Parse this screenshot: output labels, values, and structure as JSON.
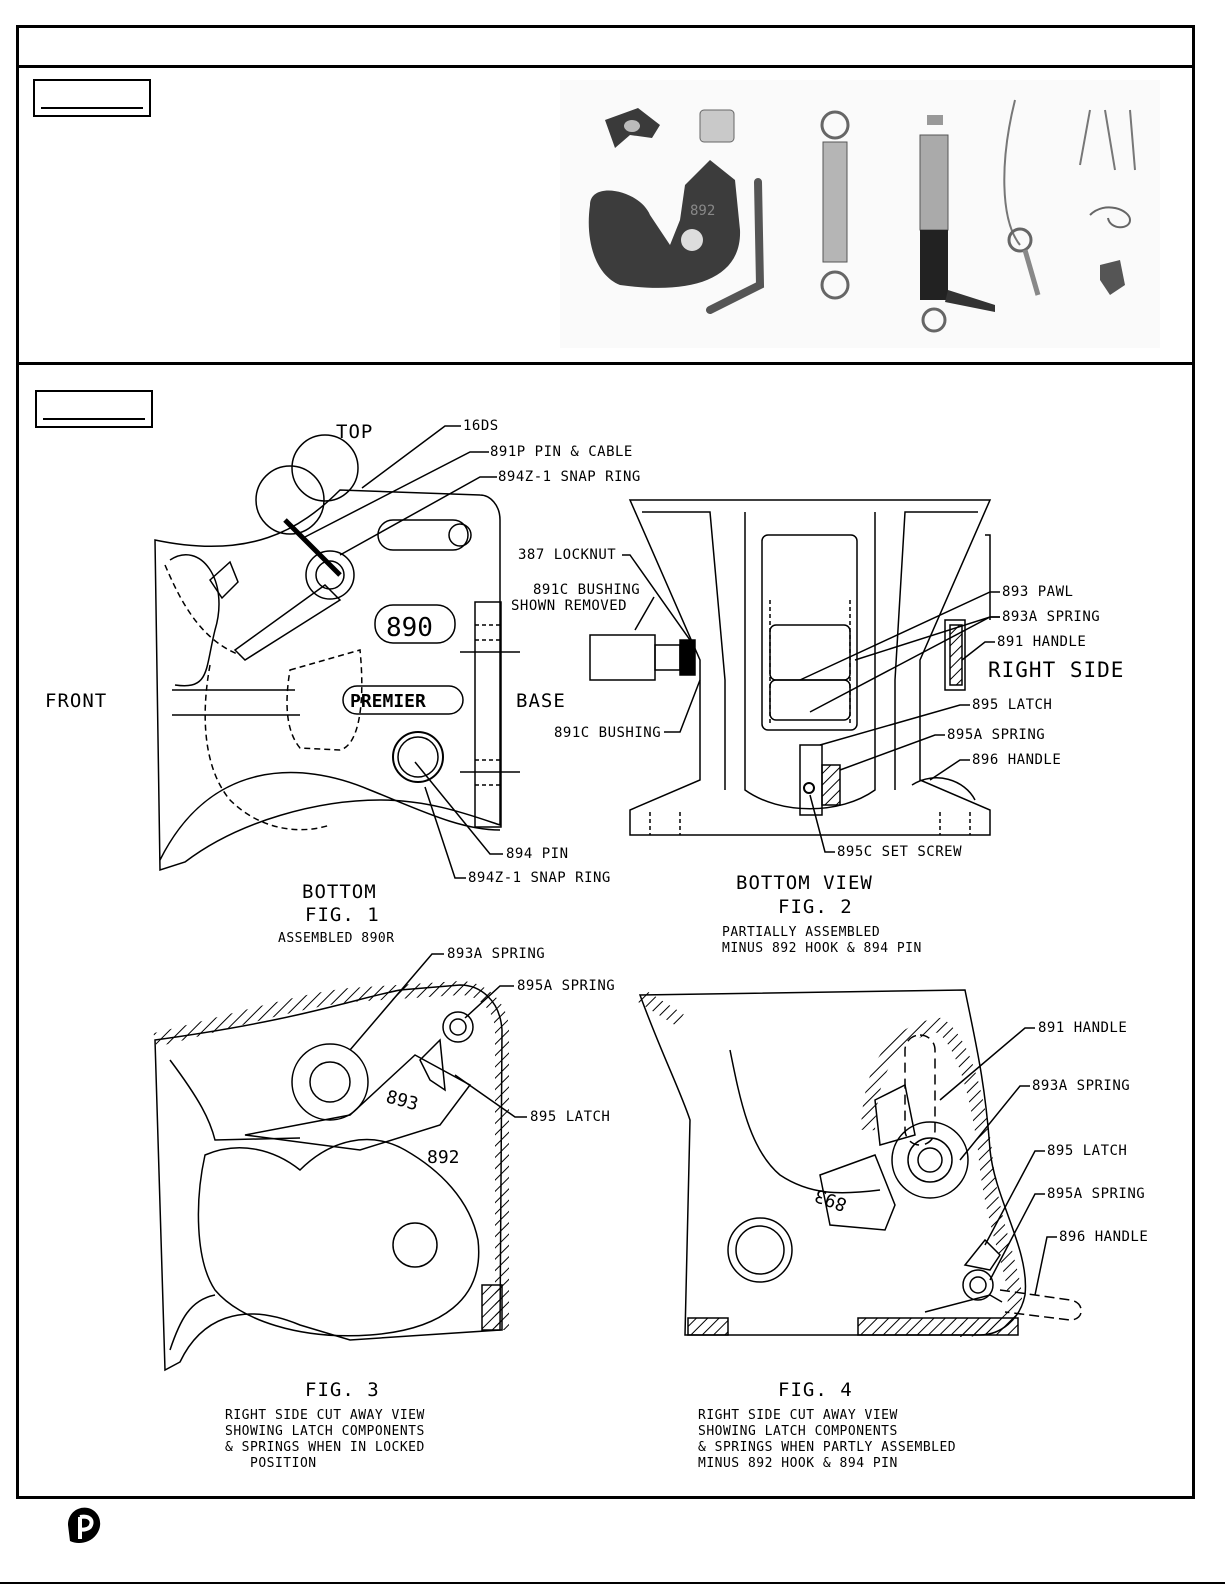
{
  "top_panel": {
    "photo_label": "892"
  },
  "diagram": {
    "fig1": {
      "top_label": "TOP",
      "front_label": "FRONT",
      "base_label": "BASE",
      "bottom_label": "BOTTOM",
      "fig_label": "FIG. 1",
      "subtitle": "ASSEMBLED 890R",
      "number_badge": "890",
      "brand_badge": "PREMIER",
      "callouts": [
        "16DS",
        "891P PIN & CABLE",
        "894Z-1 SNAP RING",
        "894 PIN",
        "894Z-1 SNAP RING"
      ]
    },
    "fig2": {
      "title": "BOTTOM VIEW",
      "fig_label": "FIG. 2",
      "subtitle_1": "PARTIALLY ASSEMBLED",
      "subtitle_2": "MINUS 892 HOOK & 894 PIN",
      "right_side_label": "RIGHT SIDE",
      "callouts": [
        "387 LOCKNUT",
        "891C BUSHING",
        "SHOWN REMOVED",
        "891C BUSHING",
        "893 PAWL",
        "893A SPRING",
        "891 HANDLE",
        "895 LATCH",
        "895A SPRING",
        "896 HANDLE",
        "895C SET SCREW"
      ]
    },
    "fig3": {
      "fig_label": "FIG. 3",
      "caption": [
        "RIGHT SIDE CUT AWAY VIEW",
        "SHOWING LATCH COMPONENTS",
        "& SPRINGS WHEN IN LOCKED",
        "POSITION"
      ],
      "callouts": [
        "893A SPRING",
        "895A SPRING",
        "895 LATCH"
      ],
      "part_labels": [
        "893",
        "892"
      ]
    },
    "fig4": {
      "fig_label": "FIG. 4",
      "caption": [
        "RIGHT SIDE CUT AWAY VIEW",
        "SHOWING LATCH COMPONENTS",
        "& SPRINGS WHEN PARTLY ASSEMBLED",
        "MINUS 892 HOOK & 894 PIN"
      ],
      "callouts": [
        "891 HANDLE",
        "893A SPRING",
        "895 LATCH",
        "895A SPRING",
        "896 HANDLE"
      ],
      "part_label": "893"
    }
  }
}
